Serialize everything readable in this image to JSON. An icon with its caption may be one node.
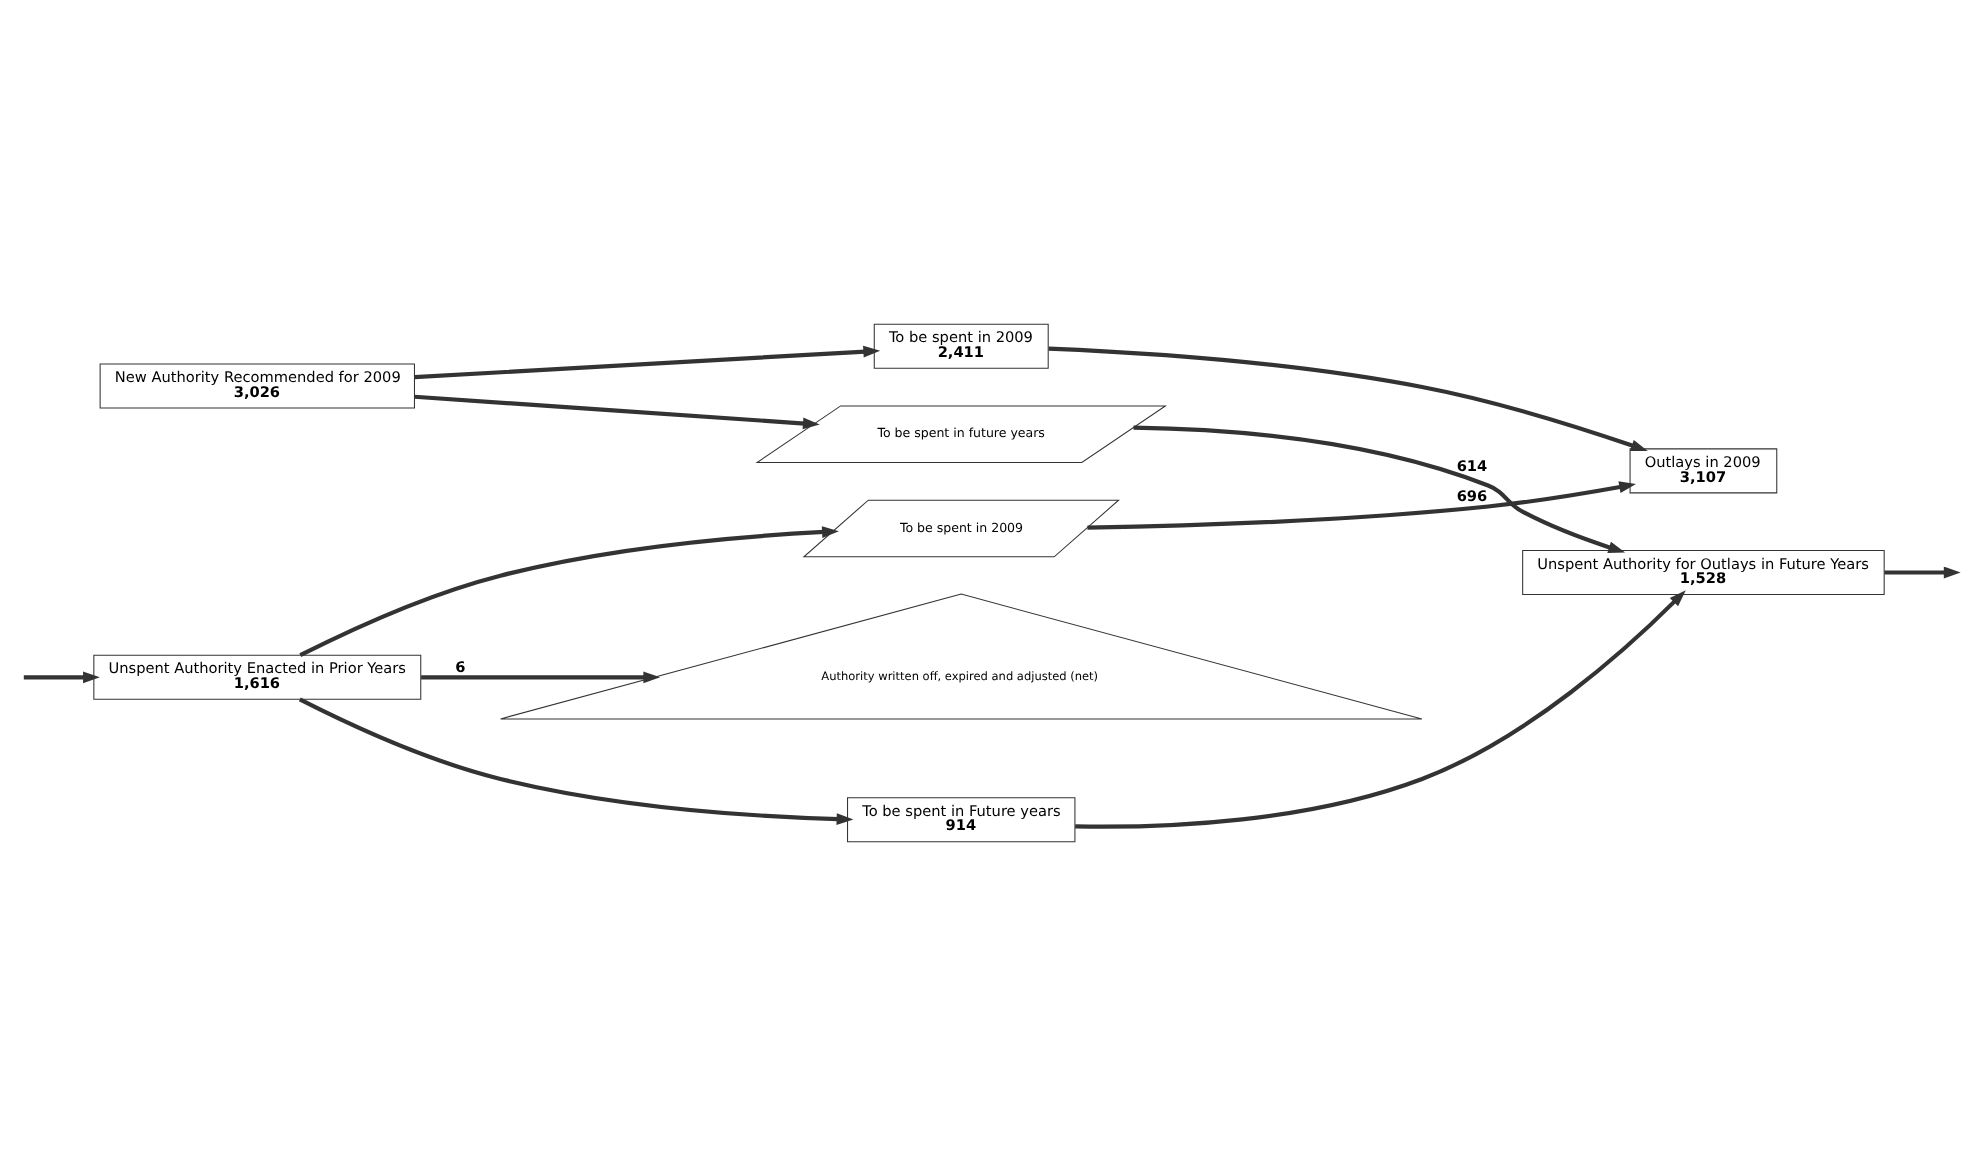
{
  "diagram": {
    "nodes": [
      {
        "text": [
          "New Authority Recommended for 2009",
          "3,026"
        ]
      },
      {
        "text": [
          "To be spent in 2009",
          "2,411"
        ]
      },
      {
        "text": [
          "Outlays in 2009",
          "3,107"
        ]
      },
      {
        "text": [
          "Unspent Authority Enacted in Prior Years",
          "1,616"
        ]
      },
      {
        "text": [
          "To be spent in Future years",
          "914"
        ]
      },
      {
        "text": [
          "Unspent Authority for Outlays in Future Years",
          "1,528"
        ]
      },
      {
        "text": [
          "To be spent in future years"
        ]
      },
      {
        "text": [
          "To be spent in 2009"
        ]
      },
      {
        "text": [
          "Authority written off, expired and adjusted (net)"
        ]
      }
    ],
    "edges": [
      {
        "from": null,
        "to": 3,
        "arrow": "to"
      },
      {
        "from": 0,
        "to": 1,
        "arrow": "to"
      },
      {
        "from": 1,
        "to": 2,
        "arrow": "to"
      },
      {
        "from": 0,
        "to": 6,
        "arrow": "to"
      },
      {
        "from": 6,
        "to": 5,
        "arrow": "to",
        "label": "614"
      },
      {
        "from": 3,
        "to": 7,
        "arrow": "to"
      },
      {
        "from": 7,
        "to": 2,
        "arrow": "to",
        "label": "696"
      },
      {
        "from": 3,
        "to": 8,
        "arrow": "to",
        "label": "6"
      },
      {
        "from": 3,
        "to": 4,
        "arrow": "to"
      },
      {
        "from": 4,
        "to": 5,
        "arrow": "to"
      },
      {
        "from": 5,
        "to": null,
        "arrow": "to"
      }
    ]
  }
}
